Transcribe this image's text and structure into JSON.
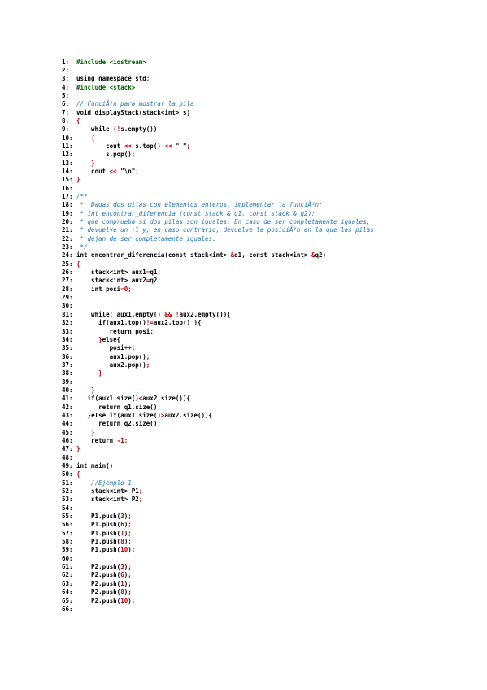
{
  "code": {
    "lines": [
      [
        [
          "pp",
          "#include <iostream>"
        ]
      ],
      [],
      [
        [
          "k",
          "using namespace std"
        ],
        [
          "op",
          ";"
        ]
      ],
      [
        [
          "pp",
          "#include <stack>"
        ]
      ],
      [],
      [
        [
          "cm",
          "// FunciÃ³n para mostrar la pila"
        ]
      ],
      [
        [
          "k",
          "void displayStack(stack<int> s)"
        ]
      ],
      [
        [
          "op",
          "{"
        ]
      ],
      [
        [
          "k",
          "    while ("
        ],
        [
          "op",
          "!"
        ],
        [
          "k",
          "s.empty())"
        ]
      ],
      [
        [
          "op",
          "    {"
        ]
      ],
      [
        [
          "k",
          "        cout "
        ],
        [
          "op",
          "<<"
        ],
        [
          "k",
          " s.top() "
        ],
        [
          "op",
          "<<"
        ],
        [
          "s",
          " \" \""
        ],
        [
          "op",
          ";"
        ]
      ],
      [
        [
          "k",
          "        s.pop()"
        ],
        [
          "op",
          ";"
        ]
      ],
      [
        [
          "op",
          "    }"
        ]
      ],
      [
        [
          "k",
          "    cout "
        ],
        [
          "op",
          "<<"
        ],
        [
          "s",
          " \"\\n\""
        ],
        [
          "op",
          ";"
        ]
      ],
      [
        [
          "op",
          "}"
        ]
      ],
      [],
      [
        [
          "cm",
          "/**"
        ]
      ],
      [
        [
          "cm",
          " *  Dadas dos pilas con elementos enteros, implementar la funciÃ³n:"
        ]
      ],
      [
        [
          "cm",
          " * int encontrar_diferencia (const stack & q1, const stack & q2);"
        ]
      ],
      [
        [
          "cm",
          " * que comprueba si dos pilas son iguales. En caso de ser completamente iguales,"
        ]
      ],
      [
        [
          "cm",
          " * devuelve un -1 y, en caso contrario, devuelve la posiciÃ³n en la que las pilas"
        ]
      ],
      [
        [
          "cm",
          " * dejan de ser completamente iguales."
        ]
      ],
      [
        [
          "cm",
          " */"
        ]
      ],
      [
        [
          "k",
          "int encontrar_diferencia(const stack<int> "
        ],
        [
          "op",
          "&"
        ],
        [
          "k",
          "q1, const stack<int> "
        ],
        [
          "op",
          "&"
        ],
        [
          "k",
          "q2)"
        ]
      ],
      [
        [
          "op",
          "{"
        ]
      ],
      [
        [
          "k",
          "    stack<int> aux1"
        ],
        [
          "op",
          "="
        ],
        [
          "k",
          "q1"
        ],
        [
          "op",
          ";"
        ]
      ],
      [
        [
          "k",
          "    stack<int> aux2"
        ],
        [
          "op",
          "="
        ],
        [
          "k",
          "q2"
        ],
        [
          "op",
          ";"
        ]
      ],
      [
        [
          "k",
          "    int posi"
        ],
        [
          "op",
          "="
        ],
        [
          "n",
          "0"
        ],
        [
          "op",
          ";"
        ]
      ],
      [],
      [],
      [
        [
          "k",
          "    while("
        ],
        [
          "op",
          "!"
        ],
        [
          "k",
          "aux1.empty() "
        ],
        [
          "op",
          "&&"
        ],
        [
          "k",
          " "
        ],
        [
          "op",
          "!"
        ],
        [
          "k",
          "aux2.empty()){"
        ]
      ],
      [
        [
          "k",
          "      if(aux1.top()"
        ],
        [
          "op",
          "!="
        ],
        [
          "k",
          "aux2.top() ){"
        ]
      ],
      [
        [
          "k",
          "         return posi"
        ],
        [
          "op",
          ";"
        ]
      ],
      [
        [
          "op",
          "      }"
        ],
        [
          "k",
          "else{"
        ]
      ],
      [
        [
          "k",
          "         posi"
        ],
        [
          "op",
          "++;"
        ]
      ],
      [
        [
          "k",
          "         aux1.pop()"
        ],
        [
          "op",
          ";"
        ]
      ],
      [
        [
          "k",
          "         aux2.pop()"
        ],
        [
          "op",
          ";"
        ]
      ],
      [
        [
          "op",
          "      }"
        ]
      ],
      [],
      [
        [
          "op",
          "    }"
        ]
      ],
      [
        [
          "k",
          "   if(aux1.size()"
        ],
        [
          "op",
          "<"
        ],
        [
          "k",
          "aux2.size()){"
        ]
      ],
      [
        [
          "k",
          "      return q1.size()"
        ],
        [
          "op",
          ";"
        ]
      ],
      [
        [
          "op",
          "   }"
        ],
        [
          "k",
          "else if(aux1.size()"
        ],
        [
          "op",
          ">"
        ],
        [
          "k",
          "aux2.size()){"
        ]
      ],
      [
        [
          "k",
          "      return q2.size()"
        ],
        [
          "op",
          ";"
        ]
      ],
      [
        [
          "op",
          "    }"
        ]
      ],
      [
        [
          "k",
          "    return "
        ],
        [
          "op",
          "-"
        ],
        [
          "n",
          "1"
        ],
        [
          "op",
          ";"
        ]
      ],
      [
        [
          "op",
          "}"
        ]
      ],
      [],
      [
        [
          "k",
          "int main()"
        ]
      ],
      [
        [
          "op",
          "{"
        ]
      ],
      [
        [
          "cm",
          "    //Ejemplo 1"
        ]
      ],
      [
        [
          "k",
          "    stack<int> P1"
        ],
        [
          "op",
          ";"
        ]
      ],
      [
        [
          "k",
          "    stack<int> P2"
        ],
        [
          "op",
          ";"
        ]
      ],
      [],
      [
        [
          "k",
          "    P1.push("
        ],
        [
          "n",
          "3"
        ],
        [
          "k",
          ")"
        ],
        [
          "op",
          ";"
        ]
      ],
      [
        [
          "k",
          "    P1.push("
        ],
        [
          "n",
          "6"
        ],
        [
          "k",
          ")"
        ],
        [
          "op",
          ";"
        ]
      ],
      [
        [
          "k",
          "    P1.push("
        ],
        [
          "n",
          "1"
        ],
        [
          "k",
          ")"
        ],
        [
          "op",
          ";"
        ]
      ],
      [
        [
          "k",
          "    P1.push("
        ],
        [
          "n",
          "8"
        ],
        [
          "k",
          ")"
        ],
        [
          "op",
          ";"
        ]
      ],
      [
        [
          "k",
          "    P1.push("
        ],
        [
          "n",
          "10"
        ],
        [
          "k",
          ")"
        ],
        [
          "op",
          ";"
        ]
      ],
      [],
      [
        [
          "k",
          "    P2.push("
        ],
        [
          "n",
          "3"
        ],
        [
          "k",
          ")"
        ],
        [
          "op",
          ";"
        ]
      ],
      [
        [
          "k",
          "    P2.push("
        ],
        [
          "n",
          "6"
        ],
        [
          "k",
          ")"
        ],
        [
          "op",
          ";"
        ]
      ],
      [
        [
          "k",
          "    P2.push("
        ],
        [
          "n",
          "1"
        ],
        [
          "k",
          ")"
        ],
        [
          "op",
          ";"
        ]
      ],
      [
        [
          "k",
          "    P2.push("
        ],
        [
          "n",
          "8"
        ],
        [
          "k",
          ")"
        ],
        [
          "op",
          ";"
        ]
      ],
      [
        [
          "k",
          "    P2.push("
        ],
        [
          "n",
          "10"
        ],
        [
          "k",
          ")"
        ],
        [
          "op",
          ";"
        ]
      ],
      []
    ]
  }
}
